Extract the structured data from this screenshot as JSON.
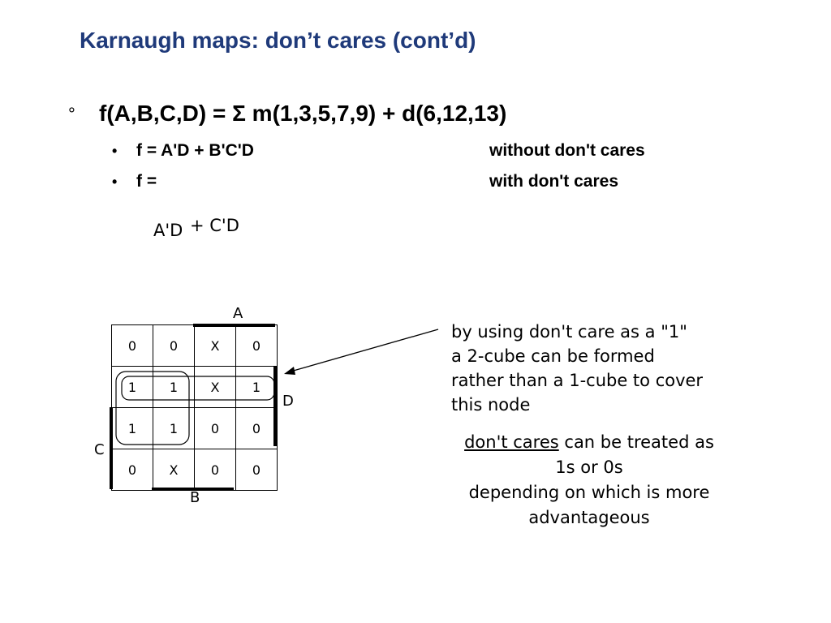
{
  "title": "Karnaugh maps: don’t cares (cont’d)",
  "main": {
    "bullet": "°",
    "function": "f(A,B,C,D) = Σ m(1,3,5,7,9) + d(6,12,13)"
  },
  "items": [
    {
      "bullet": "•",
      "expr": "f = A'D + B'C'D",
      "note": "without don't cares"
    },
    {
      "bullet": "•",
      "expr": "f =",
      "note": "with don't cares"
    }
  ],
  "answer": {
    "term1": "A'D",
    "term2": "+ C'D"
  },
  "kmap": {
    "rows": [
      [
        "0",
        "0",
        "X",
        "0"
      ],
      [
        "1",
        "1",
        "X",
        "1"
      ],
      [
        "1",
        "1",
        "0",
        "0"
      ],
      [
        "0",
        "X",
        "0",
        "0"
      ]
    ],
    "label_a": "A",
    "label_b": "B",
    "label_c": "C",
    "label_d": "D"
  },
  "annotation": {
    "line1": "by using don't care as a \"1\"",
    "line2": "a 2-cube can be formed",
    "line3": "rather than a 1-cube to cover",
    "line4": "this node"
  },
  "annotation2": {
    "underlined": "don't cares",
    "rest1": " can be treated as",
    "line2": "1s or 0s",
    "line3": "depending on which is more",
    "line4": "advantageous"
  }
}
